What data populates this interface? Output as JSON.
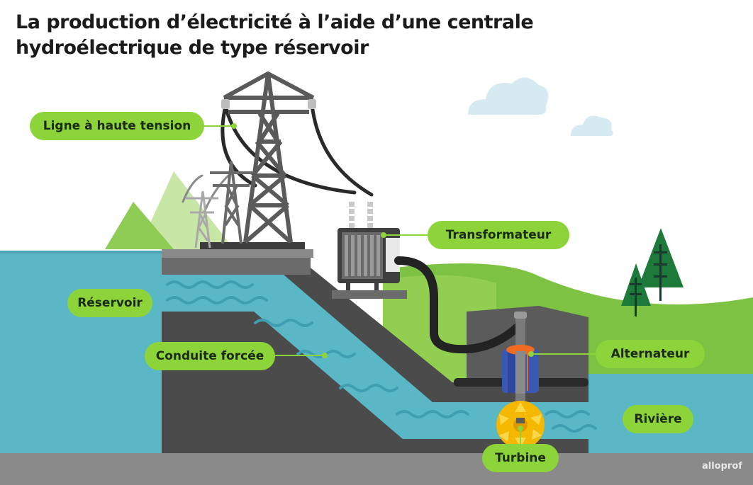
{
  "title": {
    "line1": "La production d’électricité à l’aide d’une centrale",
    "line2": "hydroélectrique de type réservoir"
  },
  "labels": {
    "ligne": "Ligne à haute tension",
    "transformateur": "Transformateur",
    "reservoir": "Réservoir",
    "conduite": "Conduite forcée",
    "alternateur": "Alternateur",
    "riviere": "Rivière",
    "turbine": "Turbine"
  },
  "logo": "alloprof",
  "colors": {
    "label_bg": "#8dd43a",
    "water": "#5ab7c6",
    "concrete": "#4b4b4b",
    "grass": "#7dc243",
    "turbine": "#f5b800",
    "alternator": "#3a57b4"
  }
}
